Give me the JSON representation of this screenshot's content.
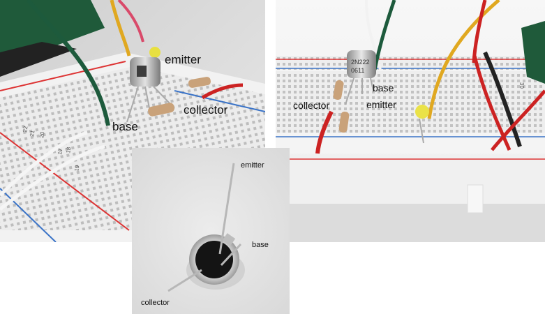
{
  "photo_left": {
    "labels": {
      "emitter": "emitter",
      "collector": "collector",
      "base": "base"
    },
    "breadboard_numbers": [
      "22",
      "21",
      "20",
      "19",
      "18",
      "17"
    ]
  },
  "photo_right": {
    "labels": {
      "base": "base",
      "collector": "collector",
      "emitter": "emitter"
    },
    "transistor_marking": [
      "2N222",
      "0611"
    ],
    "breadboard_numbers": [
      "30"
    ]
  },
  "photo_bottom": {
    "labels": {
      "emitter": "emitter",
      "base": "base",
      "collector": "collector"
    }
  }
}
